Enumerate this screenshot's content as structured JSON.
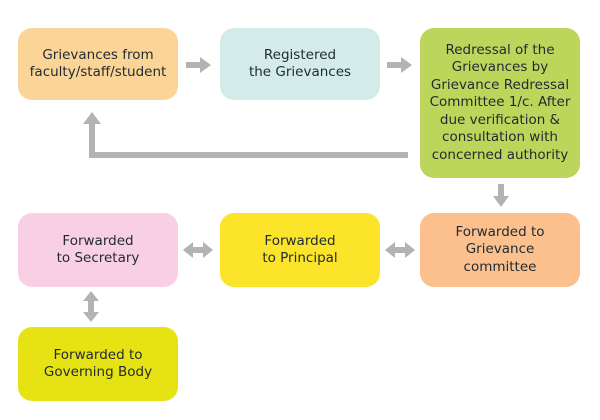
{
  "colors": {
    "arrow": "#b3b3b3",
    "box_grievances": "#fbd497",
    "box_registered": "#d3ecea",
    "box_redressal": "#bcd65c",
    "box_committee": "#fbc08e",
    "box_principal": "#fbe42a",
    "box_secretary": "#f9cfe4",
    "box_governing": "#e7e214"
  },
  "boxes": {
    "grievances": "Grievances from\nfaculty/staff/student",
    "registered": "Registered\nthe Grievances",
    "redressal": "Redressal of the\nGrievances by\nGrievance Redressal\nCommittee 1/c. After\ndue verification &\nconsultation with\nconcerned authority",
    "committee": "Forwarded to\nGrievance committee",
    "principal": "Forwarded\nto Principal",
    "secretary": "Forwarded\nto Secretary",
    "governing": "Forwarded to\nGoverning Body"
  }
}
